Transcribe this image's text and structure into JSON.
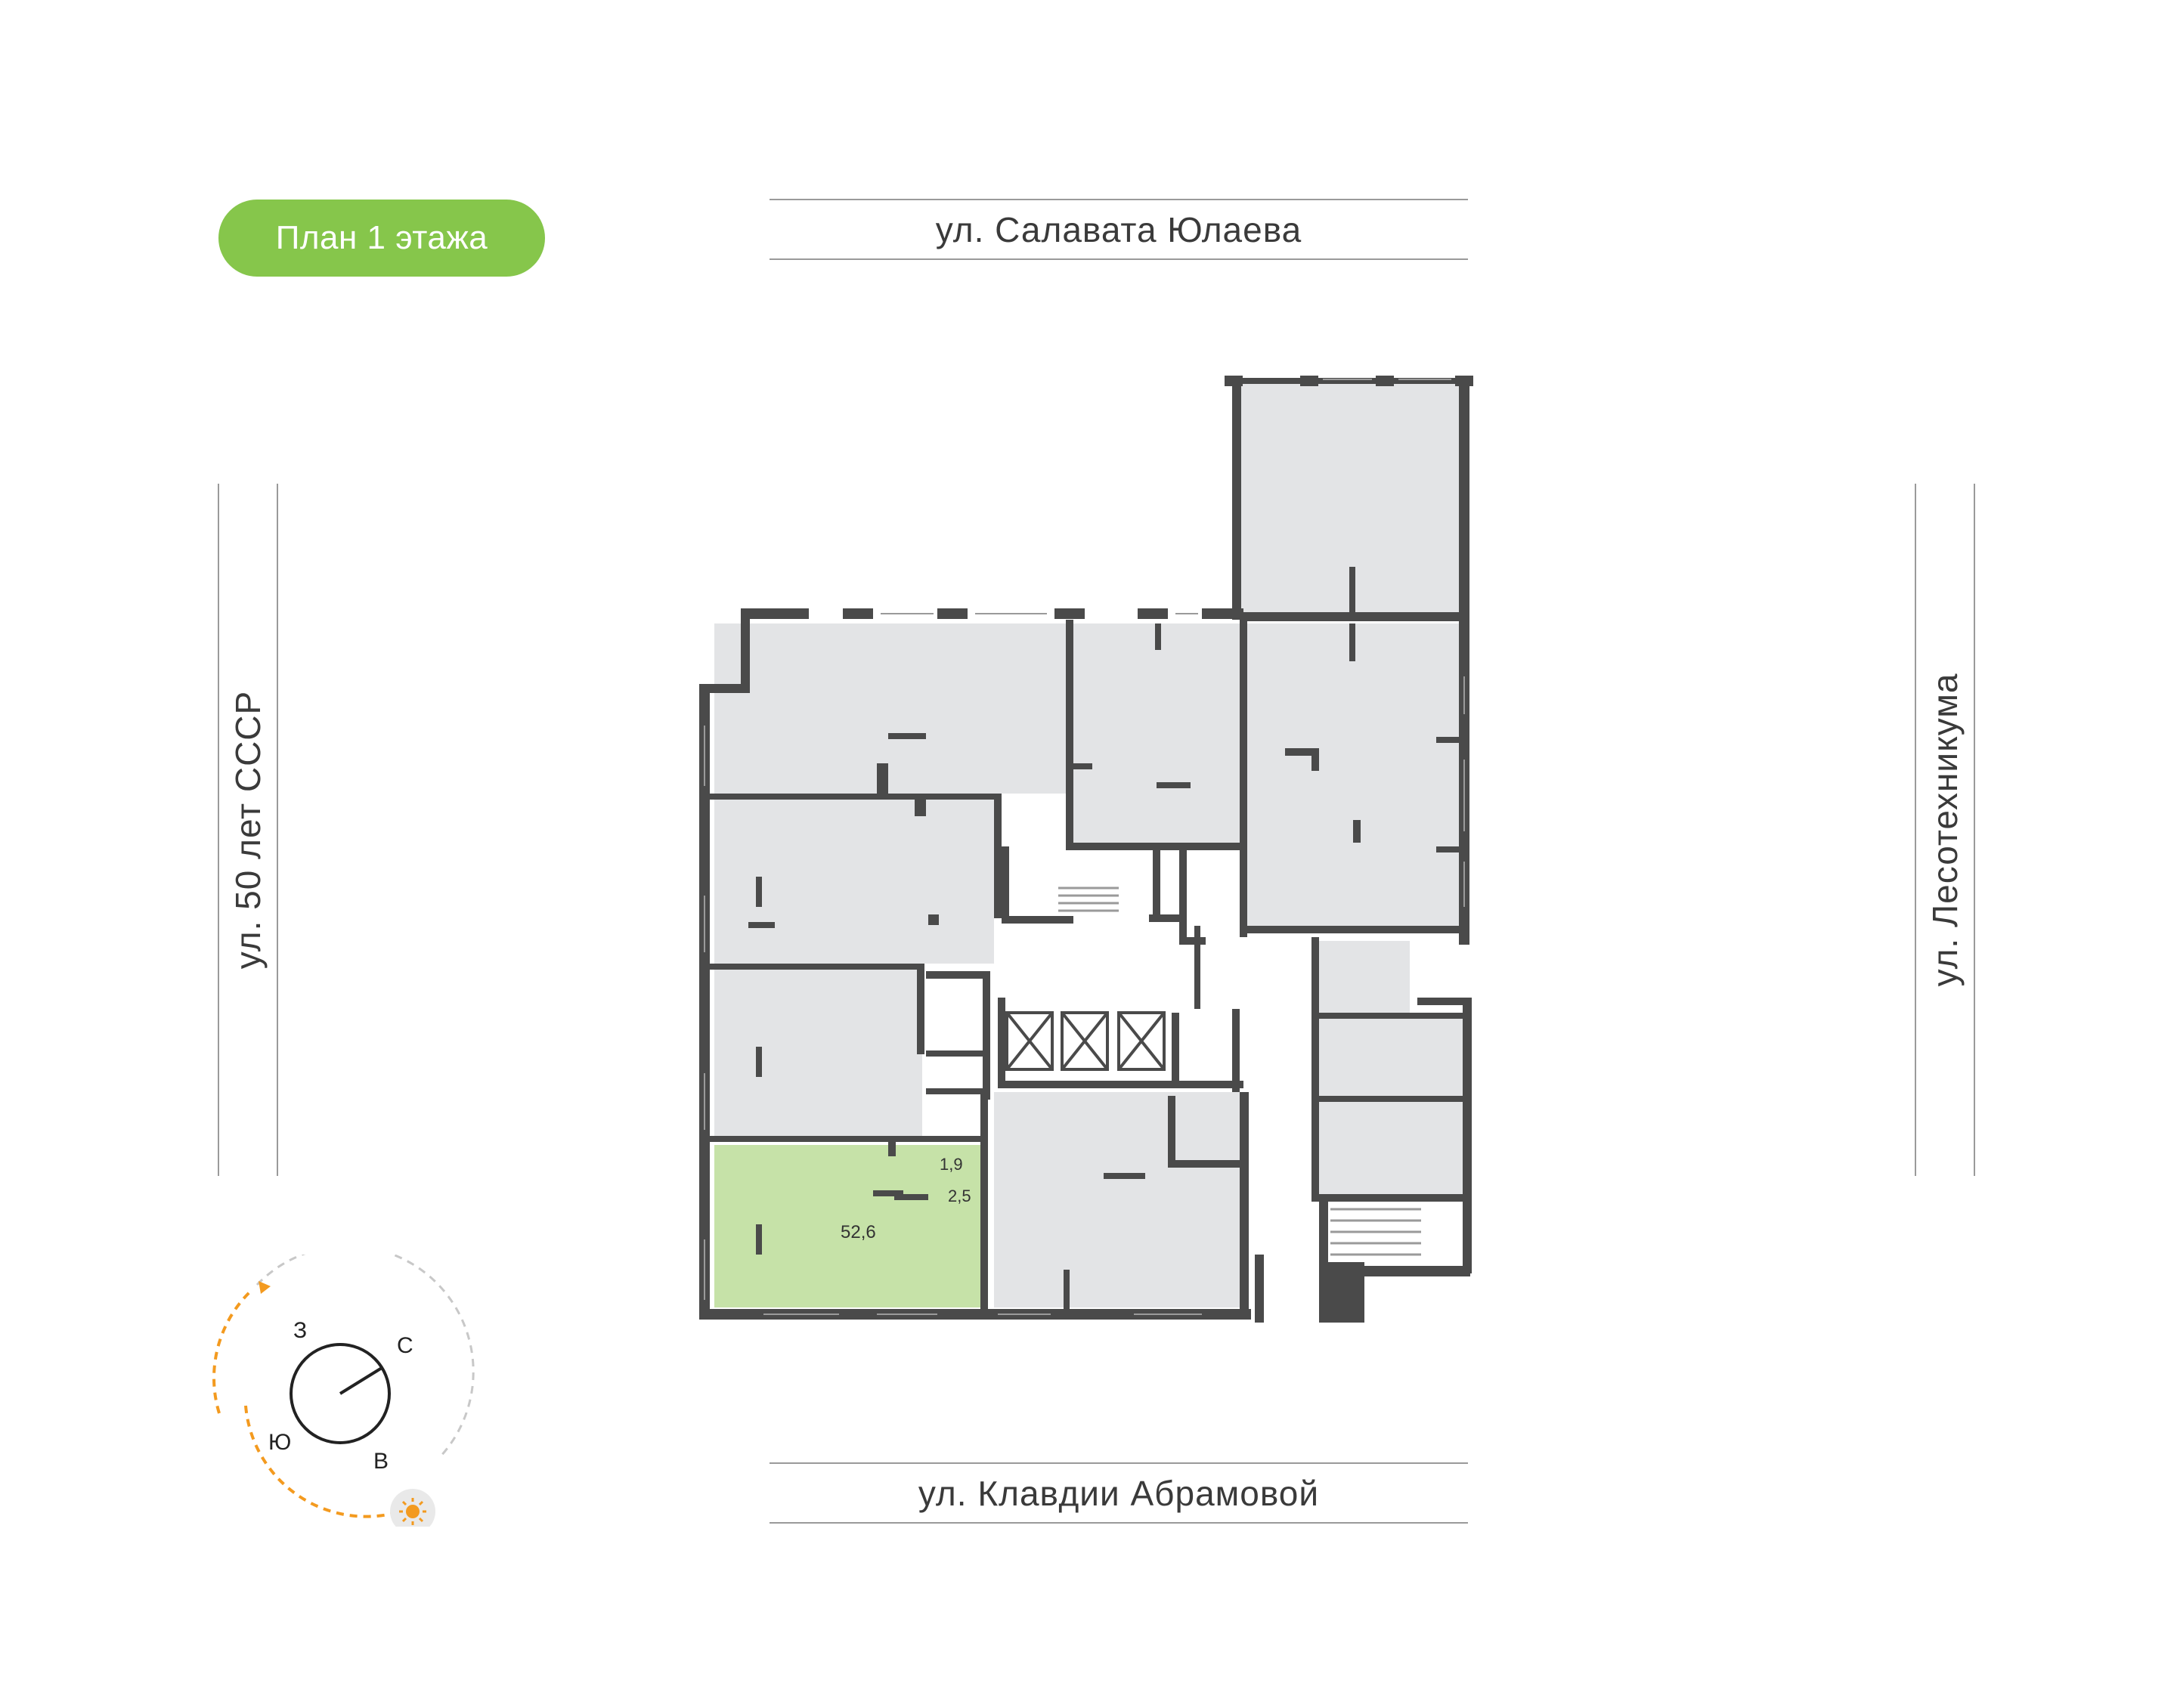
{
  "badge": {
    "label": "План 1 этажа",
    "color": "#86c64b"
  },
  "streets": {
    "top": "ул. Салавата Юлаева",
    "bottom": "ул. Клавдии Абрамовой",
    "left": "ул. 50 лет СССР",
    "right": "ул. Лесотехникума"
  },
  "selected_unit": {
    "area_main": "52,6",
    "area_bath": "1,9",
    "area_hall": "2,5",
    "highlight_color": "#c6e2a8"
  },
  "compass": {
    "north": "С",
    "south": "Ю",
    "east": "В",
    "west": "З",
    "sun_icon": "sun-icon",
    "arc_color": "#f39a1f"
  },
  "colors": {
    "wall": "#4a4a4a",
    "room_fill": "#e3e4e6",
    "street_line": "#9a9a9a"
  }
}
